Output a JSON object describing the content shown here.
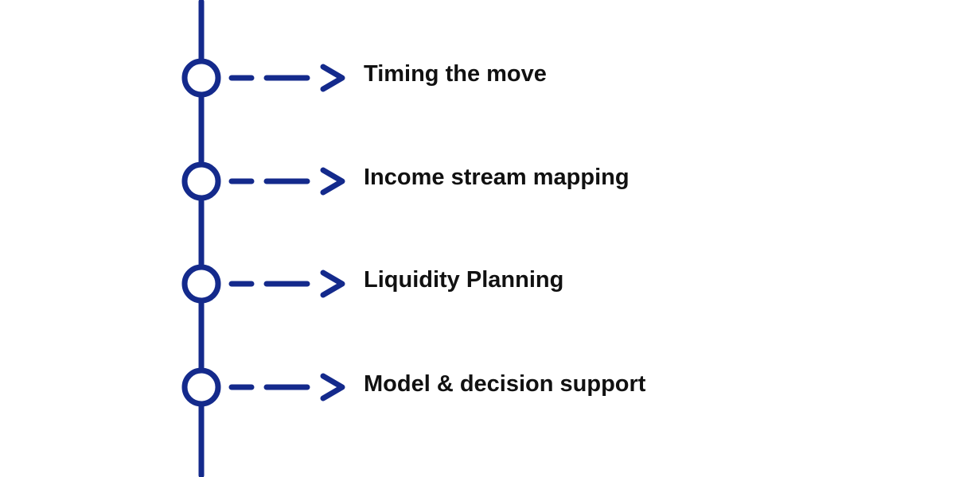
{
  "colors": {
    "accent": "#142a8c",
    "text": "#111111",
    "background": "#ffffff"
  },
  "steps": [
    {
      "label": "Timing the move",
      "marker_icon": "circle-node-icon",
      "connector_icon": "dashed-arrow-icon"
    },
    {
      "label": "Income stream mapping",
      "marker_icon": "circle-node-icon",
      "connector_icon": "dashed-arrow-icon"
    },
    {
      "label": "Liquidity Planning",
      "marker_icon": "circle-node-icon",
      "connector_icon": "dashed-arrow-icon"
    },
    {
      "label": "Model & decision support",
      "marker_icon": "circle-node-icon",
      "connector_icon": "dashed-arrow-icon"
    }
  ]
}
